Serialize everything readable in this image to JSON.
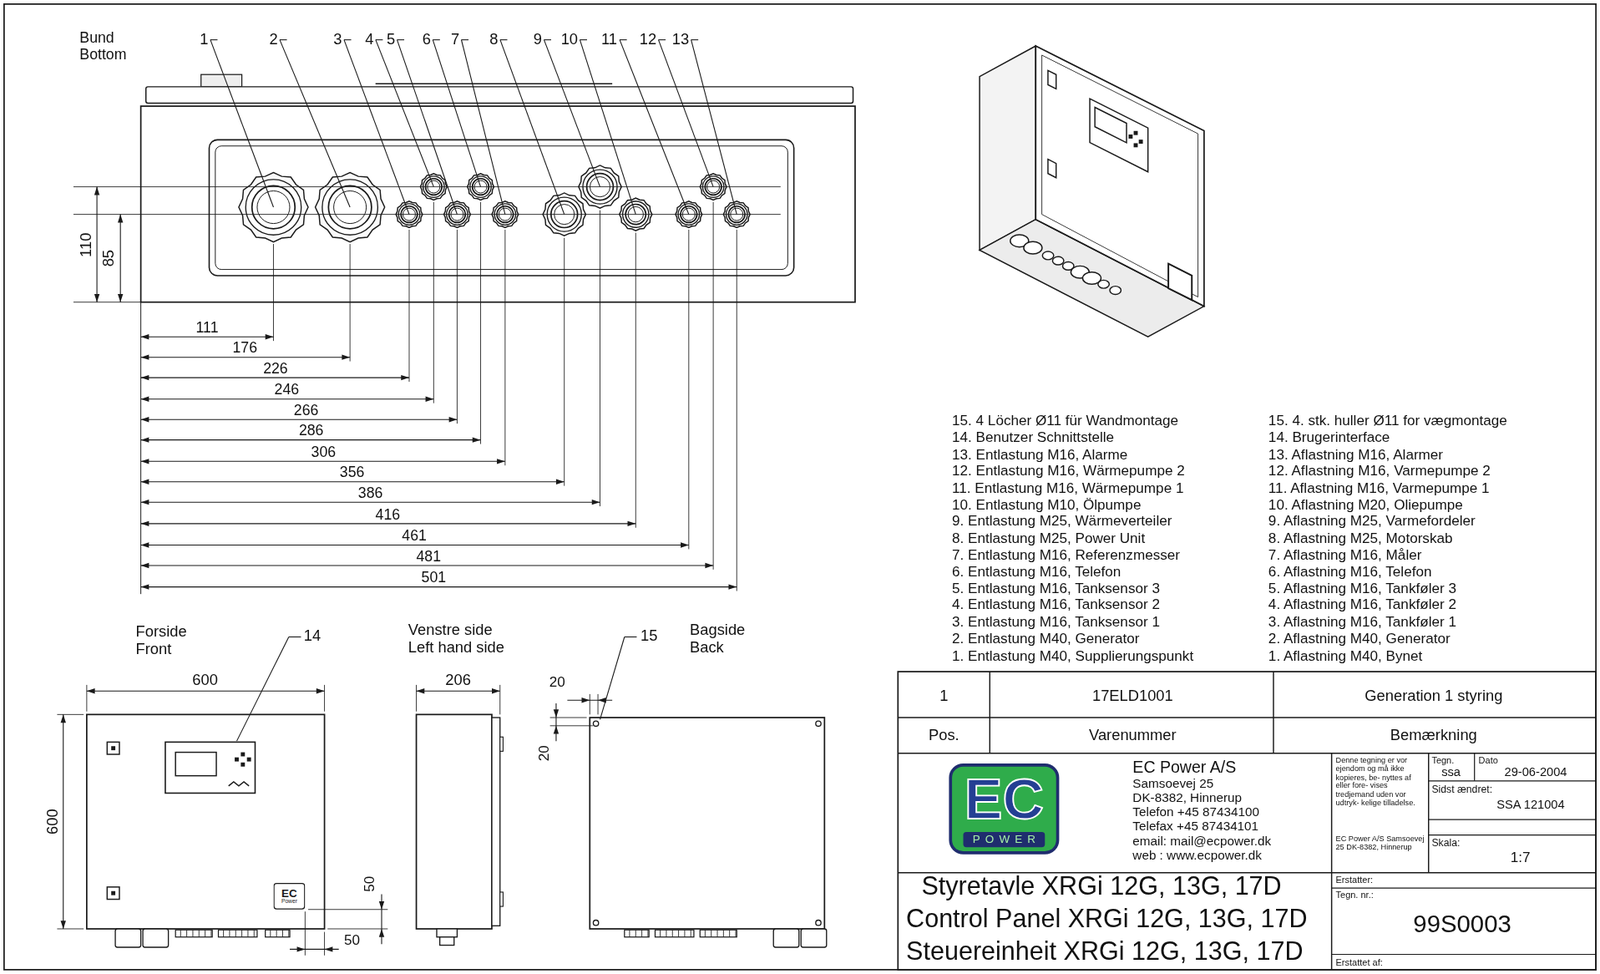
{
  "diagram": {
    "nodes": [
      {
        "text": [
          "EC",
          "POWER"
        ]
      },
      {
        "text": [
          "EC",
          "Power"
        ]
      }
    ],
    "labels": [
      "Bund Bottom",
      "1",
      "2",
      "3",
      "4",
      "5",
      "6",
      "7",
      "8",
      "9",
      "10",
      "11",
      "12",
      "13",
      "110",
      "85",
      "111",
      "176",
      "226",
      "246",
      "266",
      "286",
      "306",
      "356",
      "386",
      "416",
      "461",
      "481",
      "501",
      "15. 4 Löcher Ø11 für Wandmontage",
      "14. Benutzer Schnittstelle",
      "13. Entlastung M16, Alarme",
      "12. Entlastung M16, Wärmepumpe 2",
      "11. Entlastung M16, Wärmepumpe 1",
      "10. Entlastung M10, Ölpumpe",
      "9. Entlastung M25, Wärmeverteiler",
      "8. Entlastung M25, Power Unit",
      "7. Entlastung M16, Referenzmesser",
      "6. Entlastung M16, Telefon",
      "5. Entlastung M16, Tanksensor 3",
      "4. Entlastung M16, Tanksensor 2",
      "3. Entlastung M16, Tanksensor 1",
      "2. Entlastung M40, Generator",
      "1. Entlastung M40, Supplierungspunkt",
      "15. 4. stk. huller Ø11 for vægmontage",
      "14. Brugerinterface",
      "13. Aflastning M16, Alarmer",
      "12. Aflastning M16, Varmepumpe 2",
      "11. Aflastning M16, Varmepumpe 1",
      "10. Aflastning M20, Oliepumpe",
      "9. Aflastning M25, Varmefordeler",
      "8. Aflastning M25, Motorskab",
      "7. Aflastning M16, Måler",
      "6. Aflastning M16, Telefon",
      "5. Aflastning M16, Tankføler 3",
      "4. Aflastning M16, Tankføler 2",
      "3. Aflastning M16, Tankføler 1",
      "2. Aflastning M40, Generator",
      "1. Aflastning M40, Bynet",
      "1",
      "17ELD1001",
      "Generation 1 styring",
      "Pos.",
      "Varenummer",
      "Bemærkning",
      "EC Power A/S",
      "Samsoevej 25",
      "DK-8382, Hinnerup",
      "Telefon +45 87434100",
      "Telefax +45 87434101",
      "email: mail@ecpower.dk",
      "web : www.ecpower.dk",
      "Denne tegning er vor ejendom og må ikke kopieres, be- nyttes af eller fore- vises tredjemand uden vor udtryk- kelige tilladelse.",
      "EC Power A/S Samsoevej 25 DK-8382, Hinnerup",
      "Tegn.",
      "ssa",
      "Dato",
      "29-06-2004",
      "Sidst ændret:",
      "SSA 121004",
      "Skala:",
      "1:7",
      "Styretavle XRGi 12G, 13G, 17D",
      "Control Panel XRGi 12G, 13G, 17D",
      "Steuereinheit XRGi 12G, 13G, 17D",
      "Erstatter:",
      "Tegn. nr.:",
      "99S0003",
      "Erstattet af:",
      "Forside Front",
      "14",
      "600",
      "600",
      "50",
      "50",
      "Venstre side Left hand side",
      "206",
      "15",
      "Bagside Back",
      "20",
      "20"
    ]
  }
}
